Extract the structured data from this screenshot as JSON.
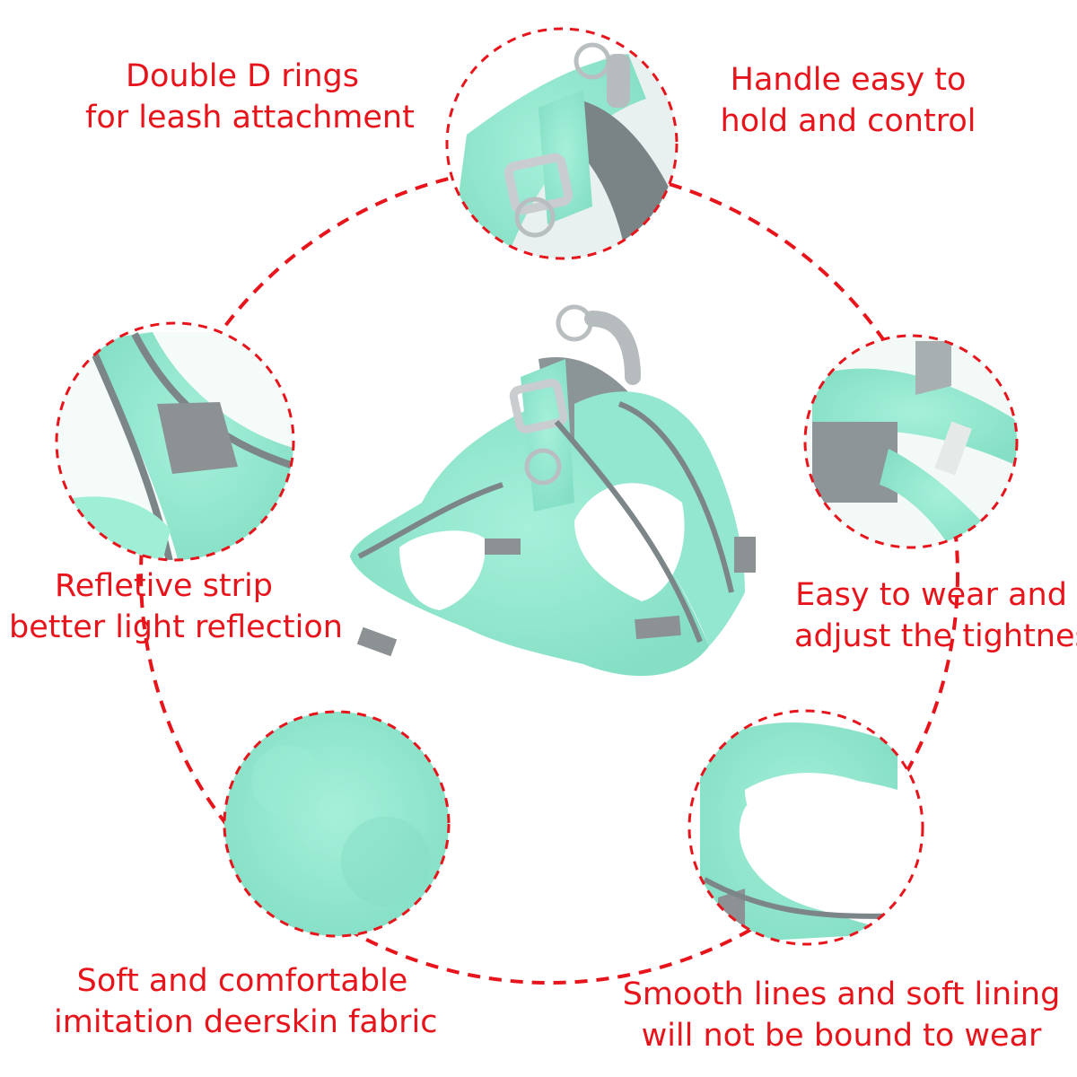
{
  "captions": {
    "top_left": {
      "line1": "Double D rings",
      "line2": "for leash attachment"
    },
    "top_right": {
      "line1": "Handle easy to",
      "line2": "hold and control"
    },
    "mid_left": {
      "line1": "Refletive strip",
      "line2": "better light reflection"
    },
    "mid_right": {
      "line1": "Easy to wear and",
      "line2": "adjust the tightness"
    },
    "bottom_left": {
      "line1": "Soft and comfortable",
      "line2": "imitation deerskin fabric"
    },
    "bottom_right": {
      "line1": "Smooth lines and soft lining",
      "line2": "will not be bound to wear"
    }
  },
  "colors": {
    "accent_red": "#e8141b",
    "harness_mint": "#8fe8cf",
    "reflective_grey": "#8c9294",
    "buckle_grey": "#c9cdcf"
  }
}
